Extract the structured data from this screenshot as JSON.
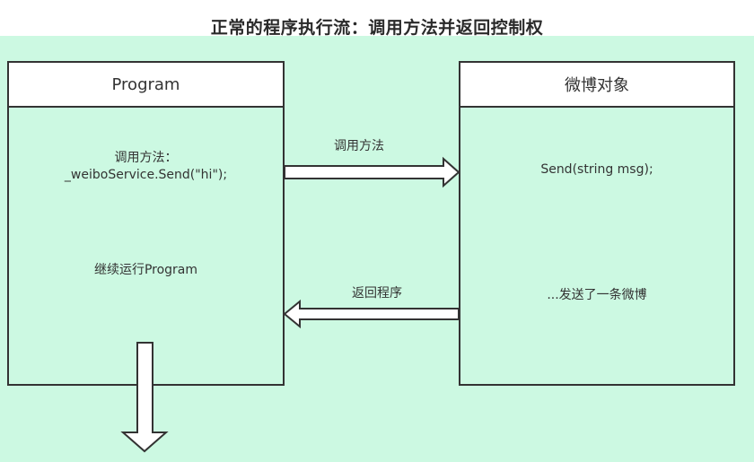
{
  "diagram": {
    "title": "正常的程序执行流：调用方法并返回控制权",
    "left_box": {
      "header": "Program",
      "call_line1": "调用方法：",
      "call_line2": "_weiboService.Send(\"hi\");",
      "continue_text": "继续运行Program"
    },
    "right_box": {
      "header": "微博对象",
      "method_text": "Send(string msg);",
      "result_text": "...发送了一条微博"
    },
    "edges": {
      "call_label": "调用方法",
      "return_label": "返回程序"
    }
  }
}
